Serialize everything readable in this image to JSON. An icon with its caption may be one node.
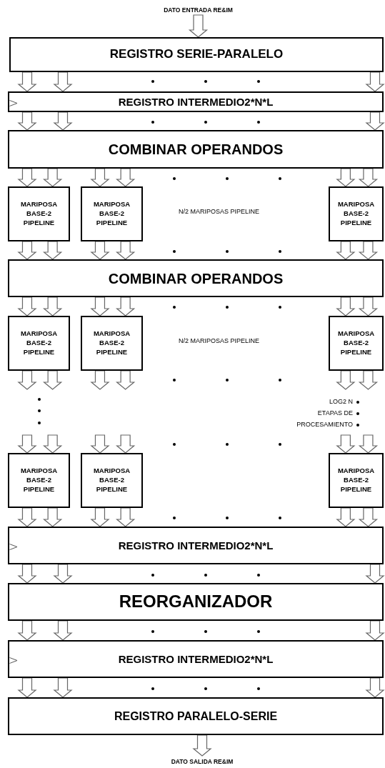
{
  "diagram": {
    "nodes": [
      {
        "text": [
          "DATO ENTRADA RE&IM"
        ]
      },
      {
        "text": [
          "REGISTRO SERIE-PARALELO"
        ]
      },
      {
        "text": [
          "REGISTRO INTERMEDIO2*N*L"
        ]
      },
      {
        "text": [
          "COMBINAR OPERANDOS"
        ]
      },
      {
        "text": [
          "MARIPOSA BASE-2 PIPELINE"
        ]
      },
      {
        "text": [
          "MARIPOSA BASE-2 PIPELINE"
        ]
      },
      {
        "text": [
          "MARIPOSA BASE-2 PIPELINE"
        ]
      },
      {
        "text": [
          "COMBINAR OPERANDOS"
        ]
      },
      {
        "text": [
          "MARIPOSA BASE-2 PIPELINE"
        ]
      },
      {
        "text": [
          "MARIPOSA BASE-2 PIPELINE"
        ]
      },
      {
        "text": [
          "MARIPOSA BASE-2 PIPELINE"
        ]
      },
      {
        "text": [
          "MARIPOSA BASE-2 PIPELINE"
        ]
      },
      {
        "text": [
          "MARIPOSA BASE-2 PIPELINE"
        ]
      },
      {
        "text": [
          "MARIPOSA BASE-2 PIPELINE"
        ]
      },
      {
        "text": [
          "REGISTRO INTERMEDIO2*N*L"
        ]
      },
      {
        "text": [
          "REORGANIZADOR"
        ]
      },
      {
        "text": [
          "REGISTRO INTERMEDIO2*N*L"
        ]
      },
      {
        "text": [
          "REGISTRO PARALELO-SERIE"
        ]
      },
      {
        "text": [
          "DATO SALIDA RE&IM"
        ]
      }
    ],
    "edges": [
      {
        "from": 0,
        "to": 1,
        "arrow": "to"
      },
      {
        "from": 1,
        "to": 2,
        "arrow": "to"
      },
      {
        "from": 1,
        "to": 2,
        "arrow": "to"
      },
      {
        "from": 1,
        "to": 2,
        "arrow": "to"
      },
      {
        "from": 2,
        "to": 3,
        "arrow": "to"
      },
      {
        "from": 2,
        "to": 3,
        "arrow": "to"
      },
      {
        "from": 2,
        "to": 3,
        "arrow": "to"
      },
      {
        "from": 3,
        "to": 4,
        "arrow": "to"
      },
      {
        "from": 3,
        "to": 4,
        "arrow": "to"
      },
      {
        "from": 3,
        "to": 5,
        "arrow": "to"
      },
      {
        "from": 3,
        "to": 5,
        "arrow": "to"
      },
      {
        "from": 3,
        "to": 6,
        "arrow": "to"
      },
      {
        "from": 3,
        "to": 6,
        "arrow": "to"
      },
      {
        "from": 4,
        "to": 7,
        "arrow": "to"
      },
      {
        "from": 4,
        "to": 7,
        "arrow": "to"
      },
      {
        "from": 5,
        "to": 7,
        "arrow": "to"
      },
      {
        "from": 5,
        "to": 7,
        "arrow": "to"
      },
      {
        "from": 6,
        "to": 7,
        "arrow": "to"
      },
      {
        "from": 6,
        "to": 7,
        "arrow": "to"
      },
      {
        "from": 7,
        "to": 8,
        "arrow": "to"
      },
      {
        "from": 7,
        "to": 8,
        "arrow": "to"
      },
      {
        "from": 7,
        "to": 9,
        "arrow": "to"
      },
      {
        "from": 7,
        "to": 9,
        "arrow": "to"
      },
      {
        "from": 7,
        "to": 10,
        "arrow": "to"
      },
      {
        "from": 7,
        "to": 10,
        "arrow": "to"
      },
      {
        "from": 8,
        "to": null,
        "arrow": "to"
      },
      {
        "from": 8,
        "to": null,
        "arrow": "to"
      },
      {
        "from": 9,
        "to": null,
        "arrow": "to"
      },
      {
        "from": 9,
        "to": null,
        "arrow": "to"
      },
      {
        "from": 10,
        "to": null,
        "arrow": "to"
      },
      {
        "from": 10,
        "to": null,
        "arrow": "to"
      },
      {
        "from": null,
        "to": 11,
        "arrow": "to"
      },
      {
        "from": null,
        "to": 11,
        "arrow": "to"
      },
      {
        "from": null,
        "to": 12,
        "arrow": "to"
      },
      {
        "from": null,
        "to": 12,
        "arrow": "to"
      },
      {
        "from": null,
        "to": 13,
        "arrow": "to"
      },
      {
        "from": null,
        "to": 13,
        "arrow": "to"
      },
      {
        "from": 11,
        "to": 14,
        "arrow": "to"
      },
      {
        "from": 11,
        "to": 14,
        "arrow": "to"
      },
      {
        "from": 12,
        "to": 14,
        "arrow": "to"
      },
      {
        "from": 12,
        "to": 14,
        "arrow": "to"
      },
      {
        "from": 13,
        "to": 14,
        "arrow": "to"
      },
      {
        "from": 13,
        "to": 14,
        "arrow": "to"
      },
      {
        "from": 14,
        "to": 15,
        "arrow": "to"
      },
      {
        "from": 14,
        "to": 15,
        "arrow": "to"
      },
      {
        "from": 14,
        "to": 15,
        "arrow": "to"
      },
      {
        "from": 15,
        "to": 16,
        "arrow": "to"
      },
      {
        "from": 15,
        "to": 16,
        "arrow": "to"
      },
      {
        "from": 15,
        "to": 16,
        "arrow": "to"
      },
      {
        "from": 16,
        "to": 17,
        "arrow": "to"
      },
      {
        "from": 16,
        "to": 17,
        "arrow": "to"
      },
      {
        "from": 16,
        "to": 17,
        "arrow": "to"
      },
      {
        "from": 17,
        "to": 18,
        "arrow": "to"
      }
    ],
    "labels": [
      "N/2 MARIPOSAS PIPELINE",
      "N/2 MARIPOSAS PIPELINE",
      "LOG2 N",
      "ETAPAS DE",
      "PROCESAMIENTO"
    ]
  }
}
